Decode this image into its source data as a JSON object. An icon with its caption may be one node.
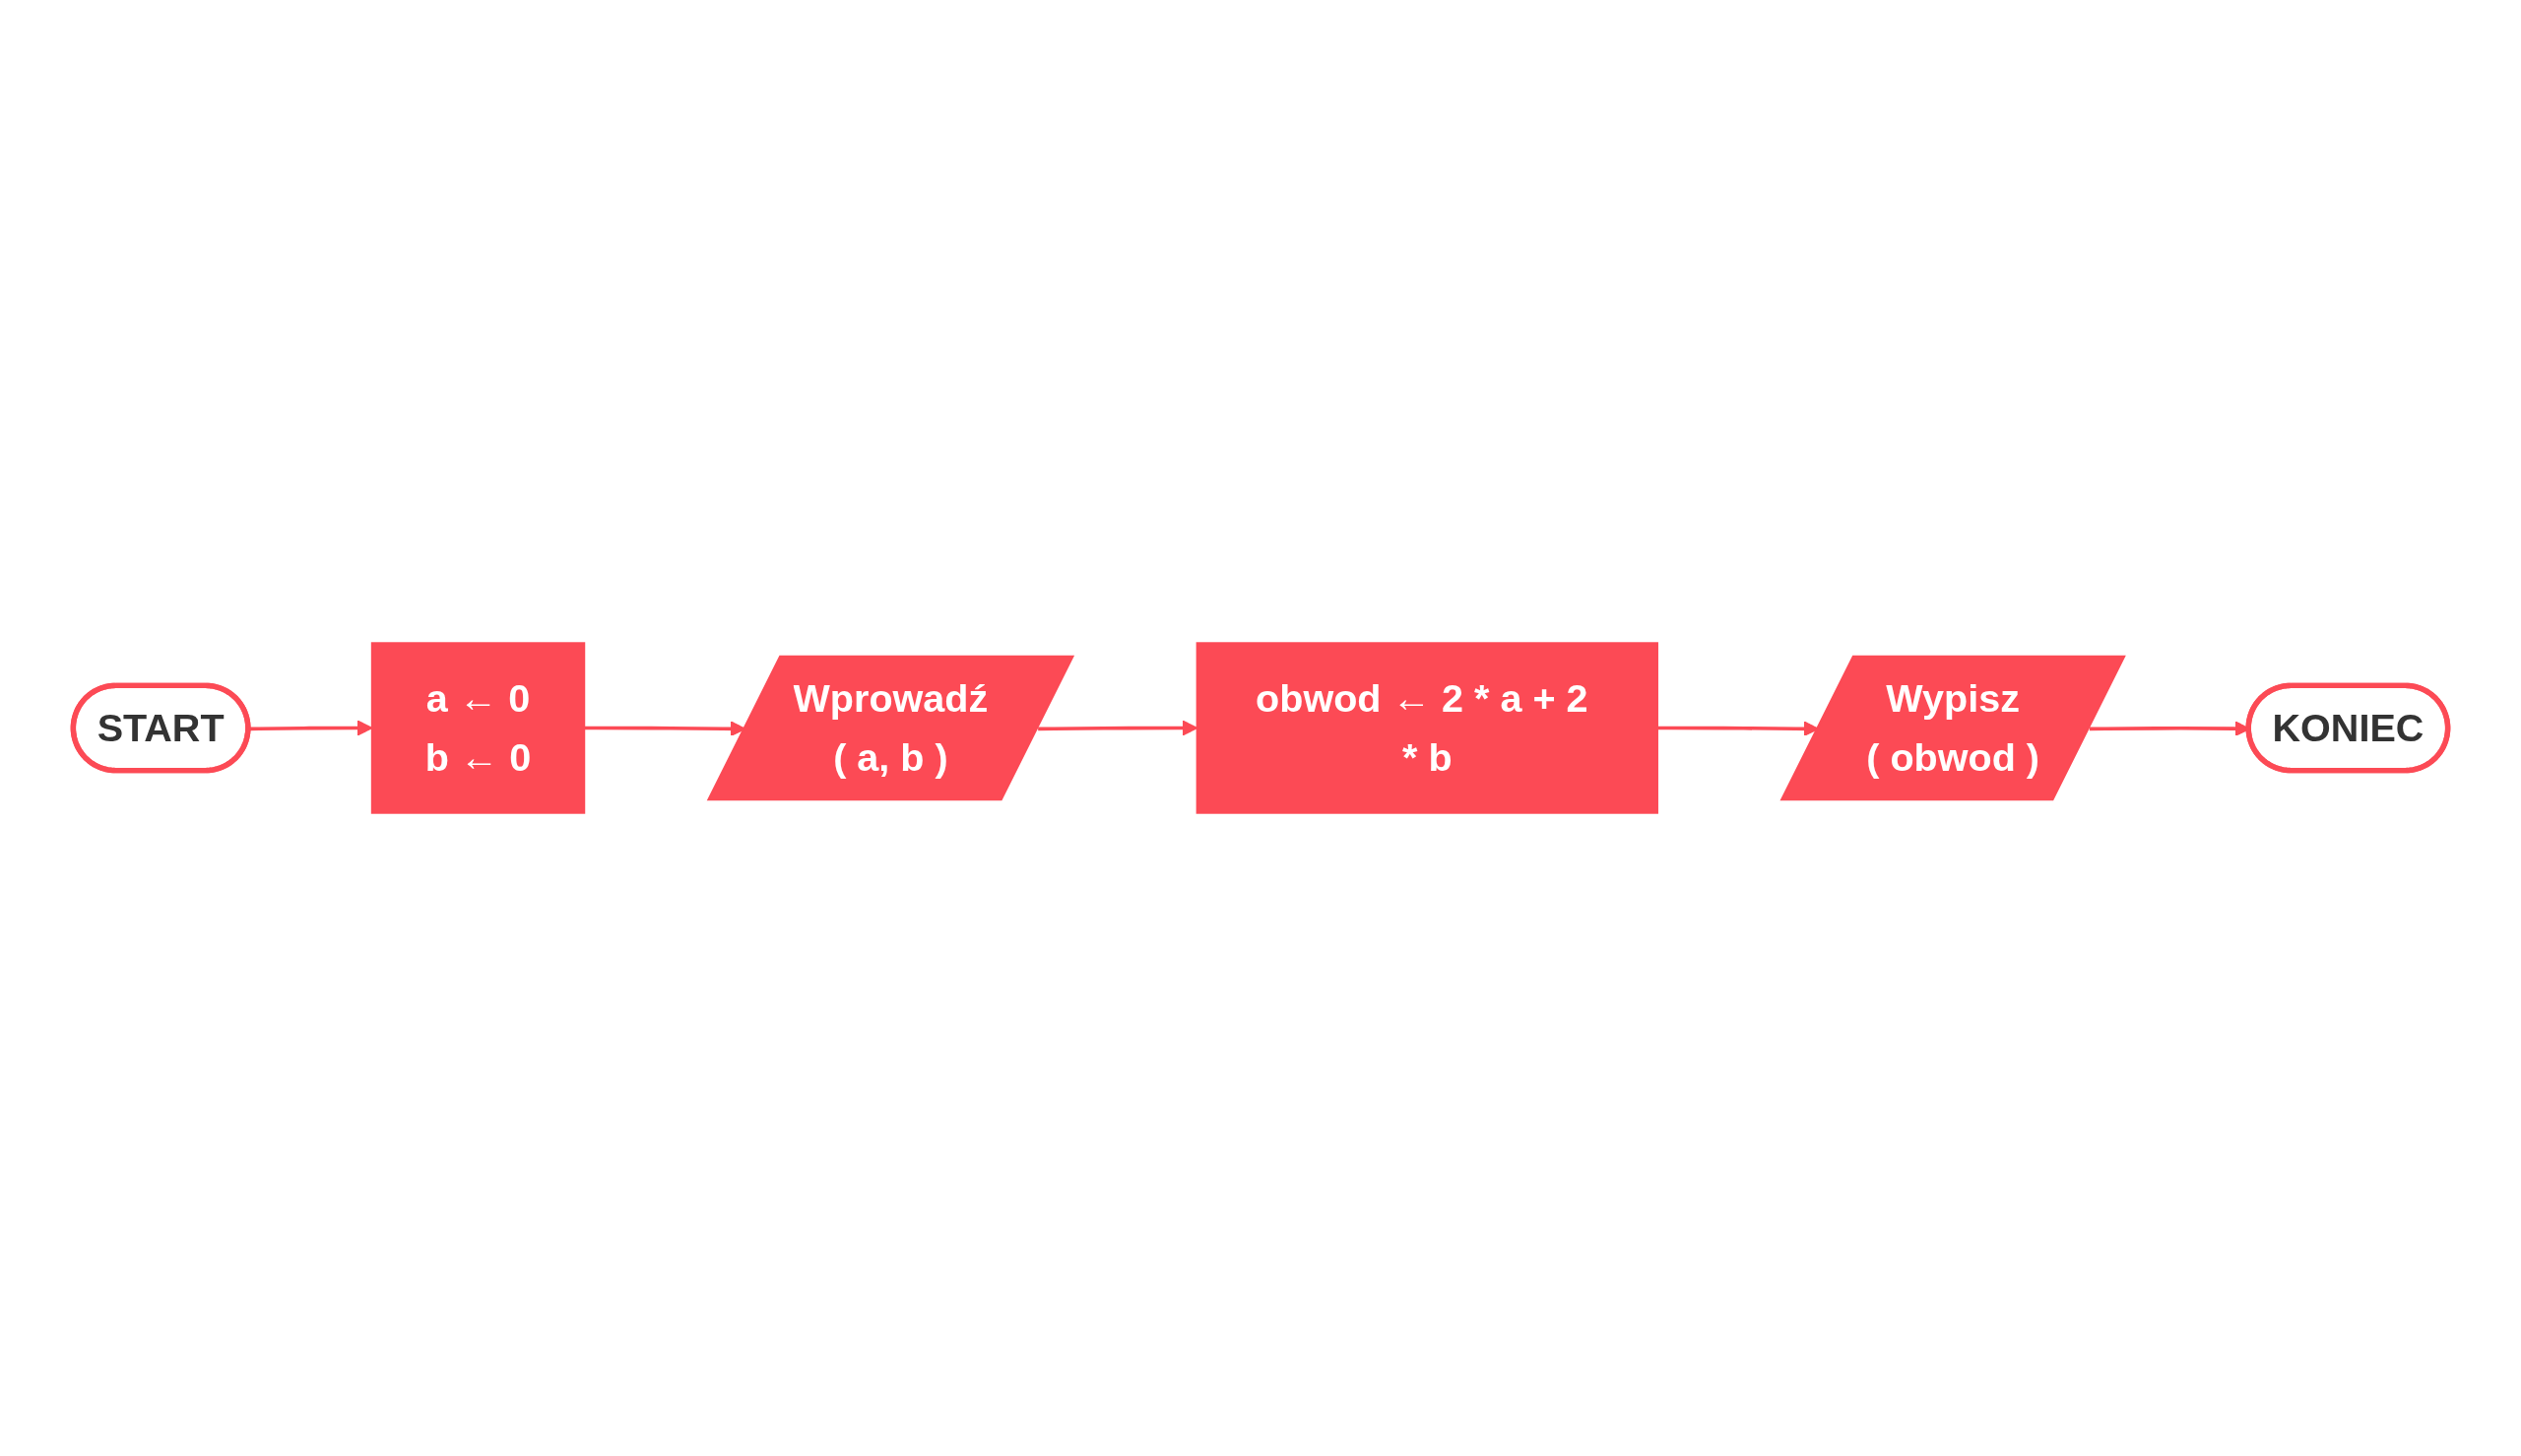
{
  "diagram": {
    "nodes": [
      {
        "text": [
          "START"
        ]
      },
      {
        "text": [
          "a ← 0",
          "b ← 0"
        ]
      },
      {
        "text": [
          "Wprowadź",
          "( a, b )"
        ]
      },
      {
        "text": [
          "obwod ← 2 * a + 2 * b"
        ]
      },
      {
        "text": [
          "Wypisz",
          "( obwod )"
        ]
      },
      {
        "text": [
          "KONIEC"
        ]
      }
    ],
    "edges": [
      {
        "from": 0,
        "to": 1,
        "arrow": "to"
      },
      {
        "from": 1,
        "to": 2,
        "arrow": "to"
      },
      {
        "from": 2,
        "to": 3,
        "arrow": "to"
      },
      {
        "from": 3,
        "to": 4,
        "arrow": "to"
      },
      {
        "from": 4,
        "to": 5,
        "arrow": "to"
      }
    ]
  }
}
